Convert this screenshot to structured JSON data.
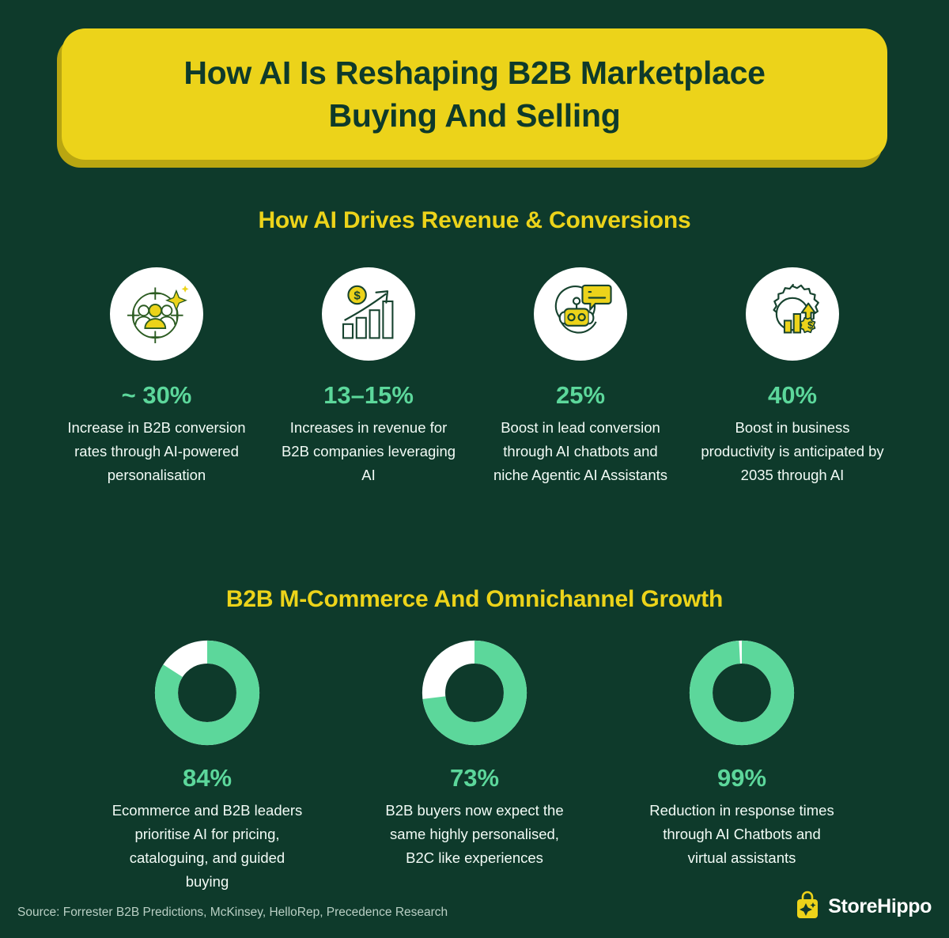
{
  "theme": {
    "background": "#0e3a2b",
    "banner_yellow": "#ecd31a",
    "banner_shadow": "#b9a611",
    "heading_yellow": "#ecd31a",
    "accent_green": "#5cd79b",
    "body_text": "#f2fbf6",
    "icon_circle": "#ffffff",
    "source_text": "#b9cfc4"
  },
  "banner": {
    "title": "How AI Is Reshaping B2B Marketplace\nBuying And Selling"
  },
  "sections": [
    {
      "id": "revenue",
      "heading": "How AI Drives Revenue & Conversions",
      "stats": [
        {
          "icon": "target-audience-sparkle-icon",
          "value": "~ 30%",
          "description": "Increase in B2B conversion rates through AI-powered personalisation"
        },
        {
          "icon": "revenue-growth-chart-icon",
          "value": "13–15%",
          "description": "Increases in revenue for B2B companies leveraging AI"
        },
        {
          "icon": "chatbot-speech-bubble-icon",
          "value": "25%",
          "description": "Boost in lead conversion through AI chatbots and niche Agentic AI Assistants"
        },
        {
          "icon": "gear-productivity-dollar-icon",
          "value": "40%",
          "description": "Boost in business productivity is anticipated by 2035 through AI"
        }
      ]
    },
    {
      "id": "mcommerce",
      "heading": "B2B M-Commerce And Omnichannel Growth",
      "stats": [
        {
          "icon": "donut-chart-84",
          "value": "84%",
          "description": "Ecommerce and B2B leaders prioritise AI for pricing, cataloguing, and guided buying"
        },
        {
          "icon": "donut-chart-73",
          "value": "73%",
          "description": "B2B buyers now expect the same highly personalised, B2C like experiences"
        },
        {
          "icon": "donut-chart-99",
          "value": "99%",
          "description": "Reduction in response times through AI Chatbots and virtual assistants"
        }
      ]
    }
  ],
  "footer": {
    "source": "Source: Forrester B2B Predictions, McKinsey, HelloRep, Precedence Research",
    "logo_text": "StoreHippo",
    "logo_icon": "shopping-bag-sparkle-icon"
  },
  "chart_data": [
    {
      "type": "pie",
      "title": "Ecommerce and B2B leaders prioritise AI for pricing, cataloguing, and guided buying",
      "labels": [
        "Prioritise AI",
        "Remaining"
      ],
      "values": [
        84,
        16
      ],
      "colors": [
        "#5cd79b",
        "#ffffff"
      ],
      "display_value": "84%",
      "legend": "none"
    },
    {
      "type": "pie",
      "title": "B2B buyers now expect the same highly personalised, B2C like experiences",
      "labels": [
        "Expect B2C-like experiences",
        "Remaining"
      ],
      "values": [
        73,
        27
      ],
      "colors": [
        "#5cd79b",
        "#ffffff"
      ],
      "display_value": "73%",
      "legend": "none"
    },
    {
      "type": "pie",
      "title": "Reduction in response times through AI Chatbots and virtual assistants",
      "labels": [
        "Reduction",
        "Remaining"
      ],
      "values": [
        99,
        1
      ],
      "colors": [
        "#5cd79b",
        "#ffffff"
      ],
      "display_value": "99%",
      "legend": "none"
    }
  ]
}
